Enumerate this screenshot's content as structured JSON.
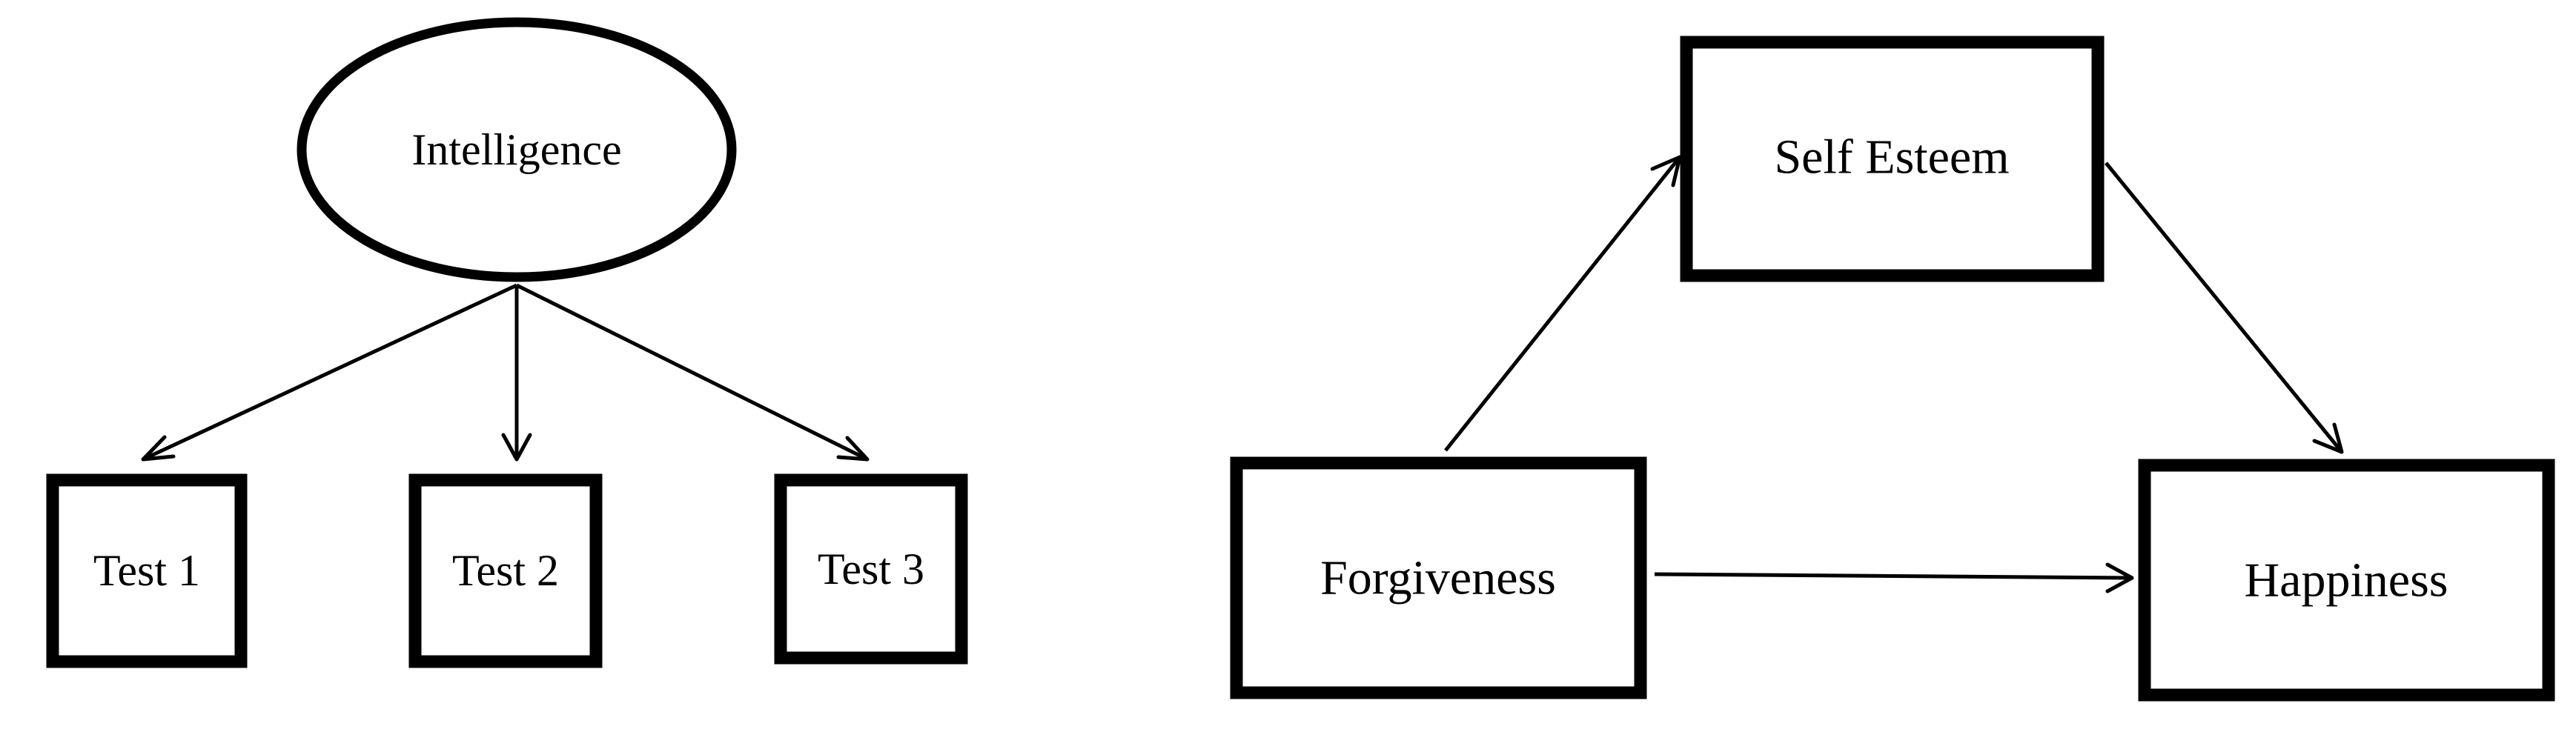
{
  "left_diagram": {
    "latent": {
      "label": "Intelligence"
    },
    "indicators": [
      {
        "label": "Test 1"
      },
      {
        "label": "Test 2"
      },
      {
        "label": "Test 3"
      }
    ]
  },
  "right_diagram": {
    "mediator": {
      "label": "Self Esteem"
    },
    "predictor": {
      "label": "Forgiveness"
    },
    "outcome": {
      "label": "Happiness"
    }
  },
  "colors": {
    "stroke": "#000000",
    "background": "#ffffff"
  }
}
